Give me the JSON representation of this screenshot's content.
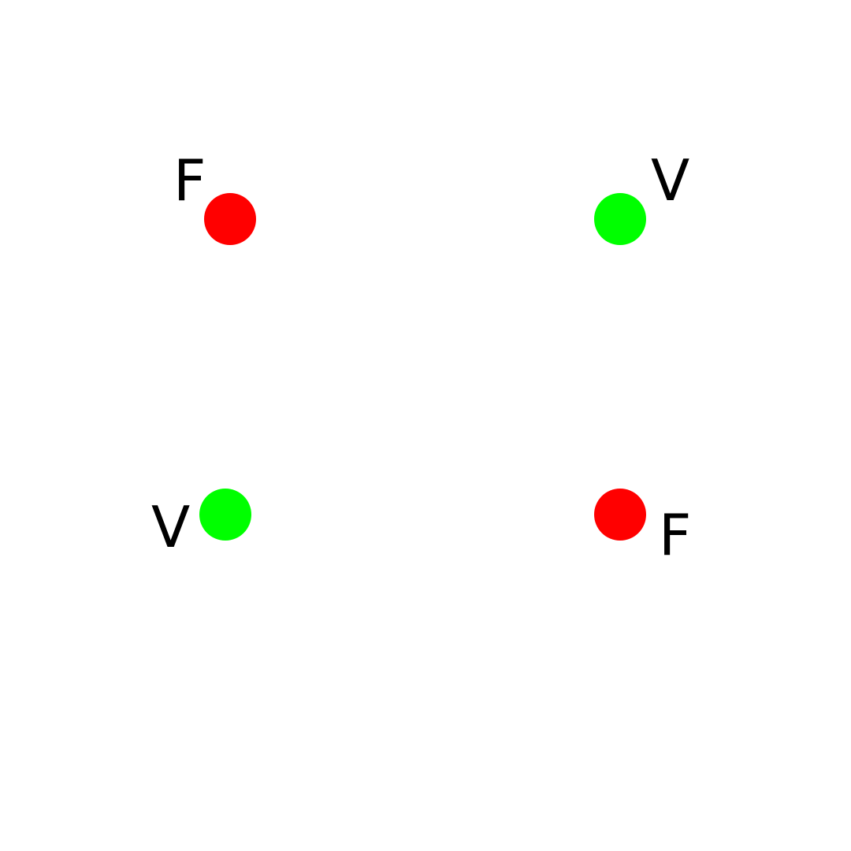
{
  "colors": {
    "false": "#ff0000",
    "true": "#00ff00",
    "text": "#000000",
    "background": "#ffffff"
  },
  "nodes": [
    {
      "label": "F",
      "status": "false"
    },
    {
      "label": "V",
      "status": "true"
    },
    {
      "label": "V",
      "status": "true"
    },
    {
      "label": "F",
      "status": "false"
    }
  ]
}
